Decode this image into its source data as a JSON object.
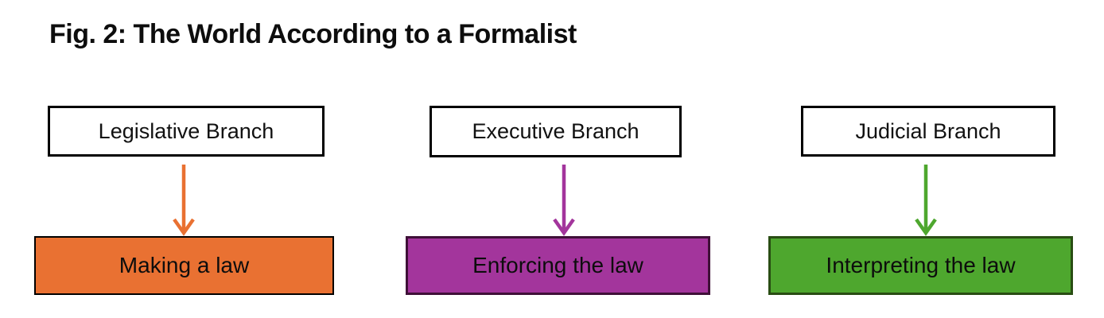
{
  "title": "Fig. 2: The World According to a Formalist",
  "columns": [
    {
      "branch_label": "Legislative Branch",
      "action_label": "Making a law",
      "fill_color": "#E97132",
      "box_border_color": "#000000",
      "arrow_color": "#E97132"
    },
    {
      "branch_label": "Executive Branch",
      "action_label": "Enforcing the law",
      "fill_color": "#A3359C",
      "box_border_color": "#3F1038",
      "arrow_color": "#A3359C"
    },
    {
      "branch_label": "Judicial Branch",
      "action_label": "Interpreting the law",
      "fill_color": "#4EA72E",
      "box_border_color": "#294D13",
      "arrow_color": "#4EA72E"
    }
  ],
  "text_color": "#0d0d0d",
  "background_color": "#ffffff"
}
